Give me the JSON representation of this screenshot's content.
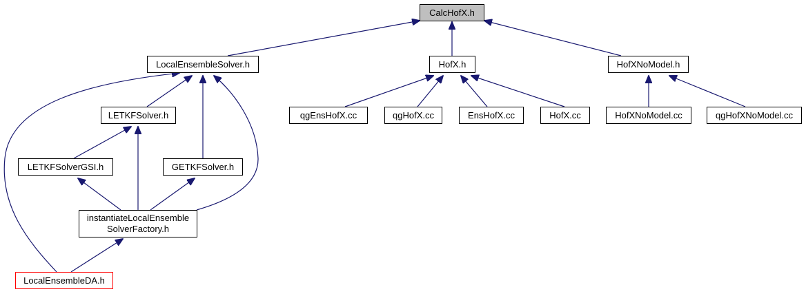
{
  "diagram": {
    "root": "CalcHofX.h",
    "nodes": {
      "calchofx": "CalcHofX.h",
      "localensemblesolver": "LocalEnsembleSolver.h",
      "hofx_h": "HofX.h",
      "hofxnomodel_h": "HofXNoModel.h",
      "letkfsolver": "LETKFSolver.h",
      "qgenshofx": "qgEnsHofX.cc",
      "qghofx": "qgHofX.cc",
      "enshofx": "EnsHofX.cc",
      "hofx_cc": "HofX.cc",
      "hofxnomodel_cc": "HofXNoModel.cc",
      "qghofxnomodel": "qgHofXNoModel.cc",
      "letkfsolvergsi": "LETKFSolverGSI.h",
      "getkfsolver": "GETKFSolver.h",
      "instantiate_line1": "instantiateLocalEnsemble",
      "instantiate_line2": "SolverFactory.h",
      "localensembleda": "LocalEnsembleDA.h"
    },
    "edges": [
      [
        "localensemblesolver",
        "calchofx"
      ],
      [
        "hofx_h",
        "calchofx"
      ],
      [
        "hofxnomodel_h",
        "calchofx"
      ],
      [
        "letkfsolver",
        "localensemblesolver"
      ],
      [
        "getkfsolver",
        "localensemblesolver"
      ],
      [
        "instantiate",
        "localensemblesolver"
      ],
      [
        "localensembleda",
        "localensemblesolver"
      ],
      [
        "qgenshofx",
        "hofx_h"
      ],
      [
        "qghofx",
        "hofx_h"
      ],
      [
        "enshofx",
        "hofx_h"
      ],
      [
        "hofx_cc",
        "hofx_h"
      ],
      [
        "hofxnomodel_cc",
        "hofxnomodel_h"
      ],
      [
        "qghofxnomodel",
        "hofxnomodel_h"
      ],
      [
        "letkfsolvergsi",
        "letkfsolver"
      ],
      [
        "instantiate",
        "letkfsolver"
      ],
      [
        "instantiate",
        "letkfsolvergsi"
      ],
      [
        "instantiate",
        "getkfsolver"
      ],
      [
        "localensembleda",
        "instantiate"
      ]
    ],
    "colors": {
      "edge": "#191970",
      "root_fill": "#bfbfbf",
      "node_border": "#000000",
      "incomplete_border": "#ff0000"
    }
  }
}
